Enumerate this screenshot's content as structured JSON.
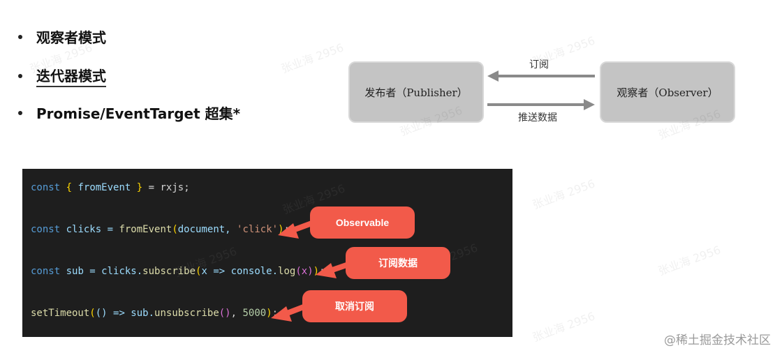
{
  "bullets": [
    {
      "text": "观察者模式"
    },
    {
      "text": "迭代器模式"
    },
    {
      "text": "Promise/EventTarget 超集*"
    }
  ],
  "diagram": {
    "publisher_label": "发布者（Publisher）",
    "observer_label": "观察者（Observer）",
    "subscribe_label": "订阅",
    "push_label": "推送数据"
  },
  "code": {
    "line1": {
      "a": "const",
      "b": " ",
      "c": "{",
      "d": " fromEvent ",
      "e": "}",
      "f": " = rxjs;"
    },
    "line2": {
      "a": "const",
      "b": " clicks = ",
      "c": "fromEvent",
      "d": "(",
      "e": "document, ",
      "f": "'click'",
      "g": ")",
      "h": ";"
    },
    "line3": {
      "a": "const",
      "b": " sub = clicks.",
      "c": "subscribe",
      "d": "(",
      "e": "x => console.",
      "f": "log",
      "g": "(x)",
      "h": ")",
      "i": ";"
    },
    "line4": {
      "a": "setTimeout",
      "b": "(",
      "c": "() => sub.",
      "d": "unsubscribe",
      "e": "()",
      "f": ", ",
      "g": "5000",
      "h": ")",
      "i": ";"
    }
  },
  "callouts": {
    "observable": "Observable",
    "subscribe_data": "订阅数据",
    "unsubscribe": "取消订阅"
  },
  "colors": {
    "callout": "#f25a4a",
    "code_bg": "#1e1e1e",
    "box": "#c4c4c4",
    "arrow": "#8a8a8a"
  },
  "watermark_text": "张业海 2956",
  "credit": "@稀土掘金技术社区"
}
